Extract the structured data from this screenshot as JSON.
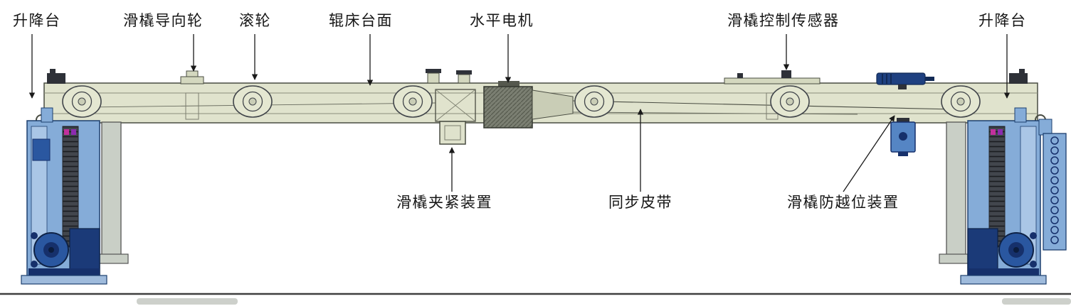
{
  "diagram": {
    "type": "mechanical-annotation-diagram",
    "subject": "roller-bed-skid-conveyor-side-view",
    "labels": [
      {
        "id": "lifting-platform-left",
        "text": "升降台"
      },
      {
        "id": "skid-guide-wheel",
        "text": "滑橇导向轮"
      },
      {
        "id": "roller",
        "text": "滚轮"
      },
      {
        "id": "roller-bed-surface",
        "text": "辊床台面"
      },
      {
        "id": "horizontal-motor",
        "text": "水平电机"
      },
      {
        "id": "skid-control-sensor",
        "text": "滑橇控制传感器"
      },
      {
        "id": "lifting-platform-right",
        "text": "升降台"
      },
      {
        "id": "skid-clamping-device",
        "text": "滑橇夹紧装置"
      },
      {
        "id": "synchronous-belt",
        "text": "同步皮带"
      },
      {
        "id": "skid-anti-overtravel-device",
        "text": "滑橇防越位装置"
      }
    ],
    "colors": {
      "beam": "#e0e3cd",
      "beam_stroke": "#494c42",
      "tower_blue": "#85acd8",
      "tower_light_blue": "#aac6e6",
      "dark_navy": "#16306b",
      "gear_blue": "#2a57a0",
      "magenta_accent": "#c2309d",
      "leader_line": "#1a1a1a"
    }
  }
}
